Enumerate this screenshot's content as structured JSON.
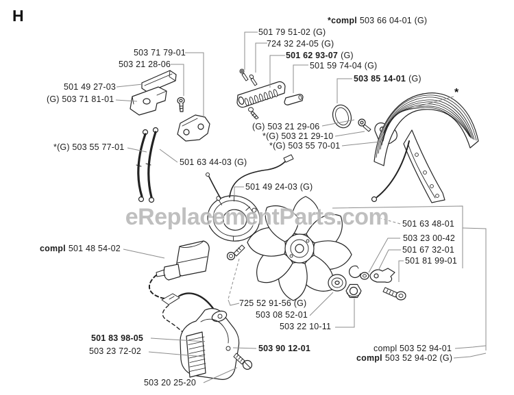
{
  "page": {
    "section_letter": "H",
    "watermark": "eReplacementParts.com",
    "star_marker": "*"
  },
  "labels": {
    "compl_5036604": {
      "bold": "*compl",
      "text": "503 66 04-01 (G)"
    },
    "p5017951": {
      "text": "501 79 51-02 (G)"
    },
    "p7243224": {
      "text": "724 32 24-05 (G)"
    },
    "p5016293": {
      "bold": "501 62 93-07",
      "text": "(G)"
    },
    "p5015974": {
      "text": "501 59 74-04 (G)"
    },
    "p5038514": {
      "bold": "503 85 14-01",
      "text": "(G)"
    },
    "p5037179": {
      "text": "503 71 79-01"
    },
    "p5032128": {
      "text": "503 21 28-06"
    },
    "p5014927": {
      "text": "501 49 27-03"
    },
    "p5037181": {
      "text": "(G) 503 71 81-01"
    },
    "p5032129_06": {
      "text": "(G) 503 21 29-06"
    },
    "p5032129_10": {
      "text": "*(G) 503 21 29-10"
    },
    "p5035570": {
      "text": "*(G) 503 55 70-01"
    },
    "p5035577": {
      "text": "*(G) 503 55 77-01"
    },
    "p5016344": {
      "text": "501 63 44-03 (G)"
    },
    "p5014924": {
      "text": "501 49 24-03 (G)"
    },
    "p5016348": {
      "text": "501 63 48-01"
    },
    "p5032300": {
      "text": "503 23 00-42"
    },
    "p5016732": {
      "text": "501 67 32-01"
    },
    "p5018199": {
      "text": "501 81 99-01"
    },
    "compl_5014854": {
      "bold": "compl",
      "text": "501 48 54-02"
    },
    "p7255291": {
      "text": "725 52 91-56 (G)"
    },
    "p5030852": {
      "text": "503 08 52-01"
    },
    "p5032210": {
      "text": "503 22 10-11"
    },
    "p5018398": {
      "text": "501 83 98-05"
    },
    "p5032372": {
      "text": "503 23 72-02"
    },
    "p5039012": {
      "text": "503 90 12-01"
    },
    "compl_5035294_01": {
      "text": "compl 503 52 94-01"
    },
    "compl_5035294_02": {
      "bold": "compl",
      "text": "503 52 94-02 (G)"
    },
    "p5032025": {
      "text": "503 20 25-20"
    }
  }
}
